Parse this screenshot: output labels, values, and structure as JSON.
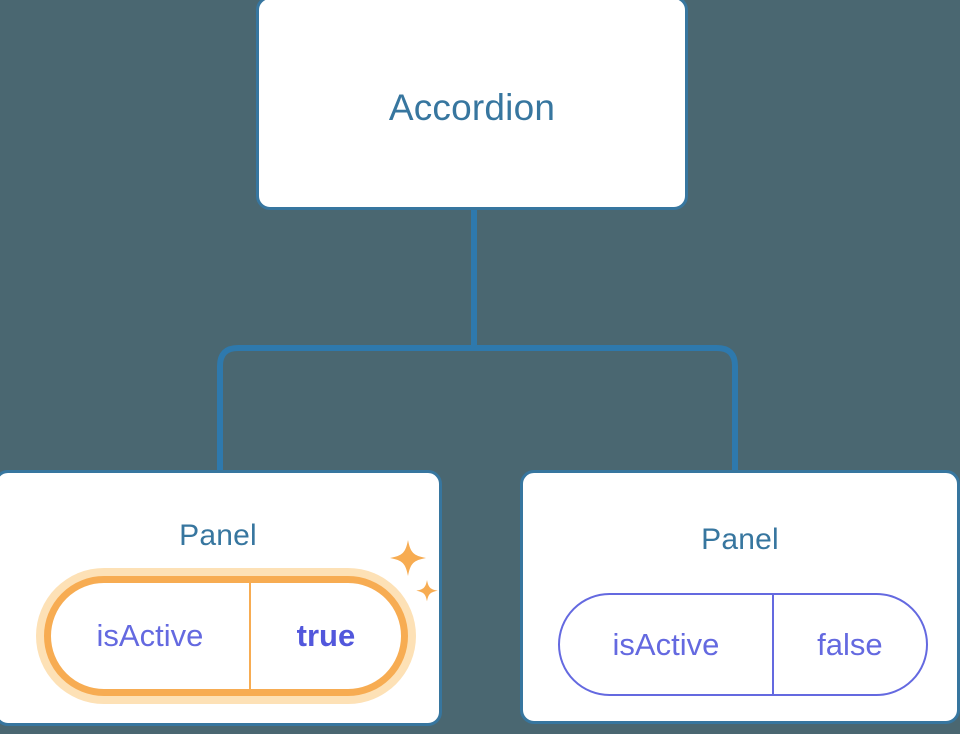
{
  "diagram": {
    "type": "component-tree",
    "background_color": "#4a6771",
    "connector_color": "#2e79ad",
    "card_border_color": "#37769f",
    "card_fill_color": "#ffffff",
    "title_color": "#37769f",
    "prop_color": "#6469e0",
    "highlight_border_color": "#f7ac52",
    "highlight_glow_color": "#fde1b6",
    "sparkle_color": "#f7ac52"
  },
  "root": {
    "title": "Accordion"
  },
  "panels": [
    {
      "title": "Panel",
      "prop": {
        "key": "isActive",
        "value": "true"
      },
      "highlighted": "true",
      "sparkles": "2"
    },
    {
      "title": "Panel",
      "prop": {
        "key": "isActive",
        "value": "false"
      },
      "highlighted": "false",
      "sparkles": "0"
    }
  ]
}
